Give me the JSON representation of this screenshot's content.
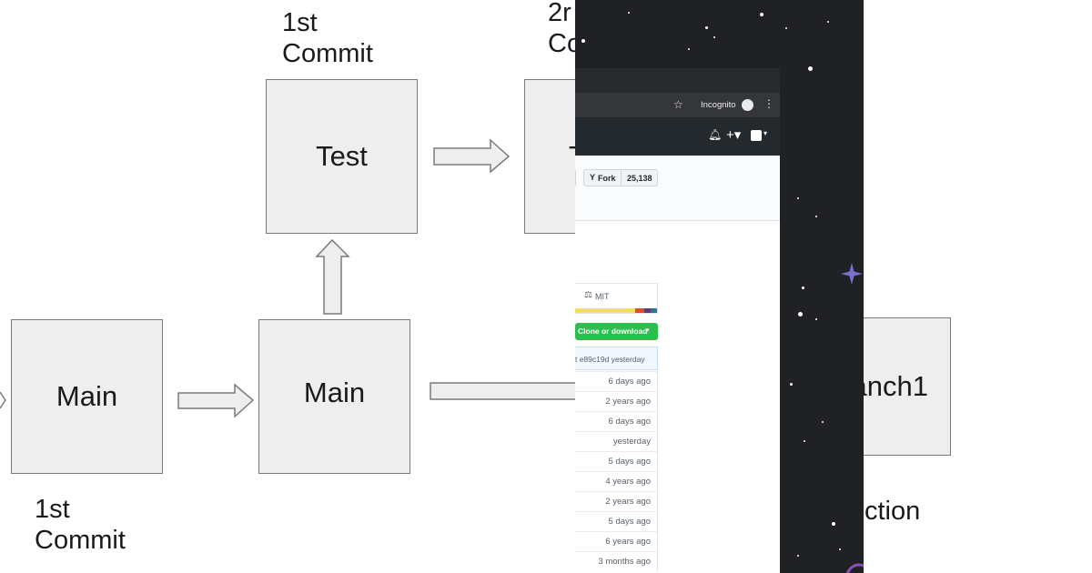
{
  "diagram": {
    "left_main_label": "Main",
    "center_main_label": "Main",
    "test_label": "Test",
    "second_test_label_partial": "T",
    "branch_label_partial": "anch1",
    "caption_top_test": "1st\nCommit",
    "caption_top_second_partial": "2r\nCo",
    "caption_bottom_left": "1st\nCommit",
    "caption_bottom_right_partial": "ction"
  },
  "browser": {
    "incognito_label": "Incognito",
    "fork_label": "Fork",
    "fork_count": "25,138",
    "license_label": "MIT",
    "clone_button_label": "Clone or download",
    "latest_commit_text": "t e89c19d yesterday",
    "file_dates": [
      "6 days ago",
      "2 years ago",
      "6 days ago",
      "yesterday",
      "5 days ago",
      "4 years ago",
      "2 years ago",
      "5 days ago",
      "6 years ago",
      "3 months ago"
    ]
  },
  "colors": {
    "box_fill": "#eeeeee",
    "box_border": "#7a7a7a",
    "clone_green": "#2cbe4e",
    "github_header": "#24292e",
    "space_bg": "#202124",
    "sparkle_purple": "#7b6fd0"
  }
}
